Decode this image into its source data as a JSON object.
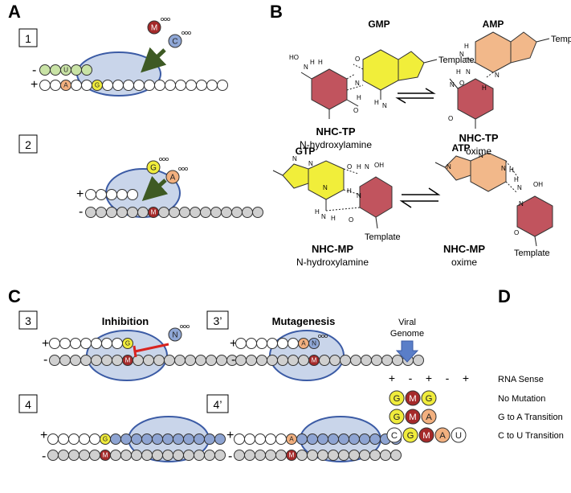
{
  "colors": {
    "M": "#a52a2a",
    "G": "#f0ec3c",
    "A": "#f2b07f",
    "U": "#c9e3a6",
    "C": "#8fa7d6",
    "N": "#8fa7d6",
    "open": "#ffffff",
    "template": "#d0d0d0",
    "newstrand": "#8ea4d2",
    "polymerase": "#c9d5ea",
    "polymeraseStroke": "#3b5ba5",
    "arrowGreen": "#3e5a24",
    "inhibitRed": "#d9231f",
    "pyrimidineRing": "#c1545e",
    "guanineRing": "#f1ee3a",
    "adenineRing": "#f2b88a",
    "genomeArrow": "#5a7ec8"
  },
  "panels": {
    "A": "A",
    "B": "B",
    "C": "C",
    "D": "D"
  },
  "steps": {
    "s1": "1",
    "s2": "2",
    "s3": "3",
    "s3p": "3’",
    "s4": "4",
    "s4p": "4’"
  },
  "signs": {
    "plus": "+",
    "minus": "-"
  },
  "nucleotides": {
    "M": "M",
    "U": "U",
    "C": "C",
    "A": "A",
    "G": "G",
    "N": "N"
  },
  "panelB": {
    "gmp": "GMP",
    "amp": "AMP",
    "gtp": "GTP",
    "atp": "ATP",
    "template": "Template",
    "nhc_tp": "NHC-TP",
    "nhc_mp": "NHC-MP",
    "n_hydroxylamine": "N-hydroxylamine",
    "oxime": "oxime",
    "atom_O": "O",
    "atom_H": "H",
    "atom_N": "N",
    "atom_HO": "HO",
    "atom_OH": "OH"
  },
  "panelC": {
    "inhibition": "Inhibition",
    "mutagenesis": "Mutagenesis"
  },
  "panelD": {
    "viral_genome_line1": "Viral",
    "viral_genome_line2": "Genome",
    "sense_signs": [
      "+",
      "-",
      "+",
      "-",
      "+"
    ],
    "rna_sense": "RNA Sense",
    "no_mutation": "No Mutation",
    "g_to_a": "G to A Transition",
    "c_to_u": "C to U Transition"
  }
}
